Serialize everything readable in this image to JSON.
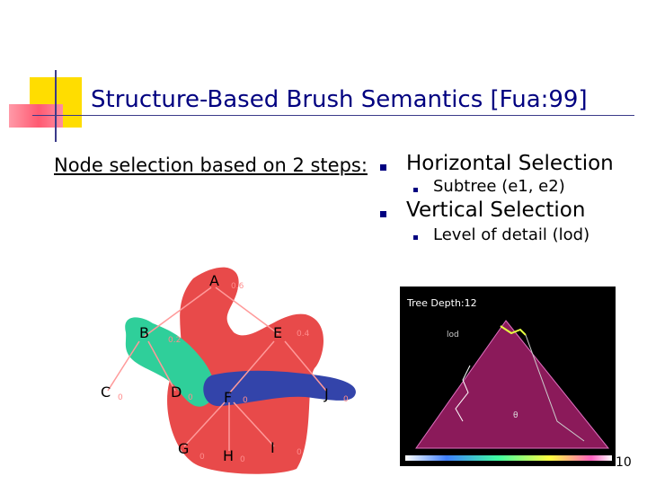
{
  "slide": {
    "title": "Structure-Based Brush Semantics [Fua:99]",
    "subtitle": "Node selection based on 2 steps:",
    "bullets": [
      {
        "text": "Horizontal Selection",
        "sub": "Subtree (e1, e2)"
      },
      {
        "text": "Vertical Selection",
        "sub": "Level of detail (lod)"
      }
    ],
    "page_number": "10"
  },
  "tree": {
    "nodes": {
      "A": "A",
      "B": "B",
      "C": "C",
      "D": "D",
      "E": "E",
      "F": "F",
      "G": "G",
      "H": "H",
      "I": "I",
      "J": "J"
    },
    "values": {
      "A": "0.6",
      "B": "0.2",
      "C": "0",
      "D": "0",
      "E": "0.4",
      "F": "0",
      "G": "0",
      "H": "0",
      "I": "0",
      "J": "0"
    }
  },
  "panel": {
    "label_depth": "Tree Depth:12",
    "label_lod": "lod",
    "label_theta": "θ"
  },
  "colors": {
    "title": "#000080",
    "bullet": "#000080",
    "red_region": "#e84a4a",
    "teal_region": "#2fcf9a",
    "blue_region": "#3344aa",
    "node_edge": "#ff9a9a",
    "panel_triangle": "#8b1a5a"
  }
}
